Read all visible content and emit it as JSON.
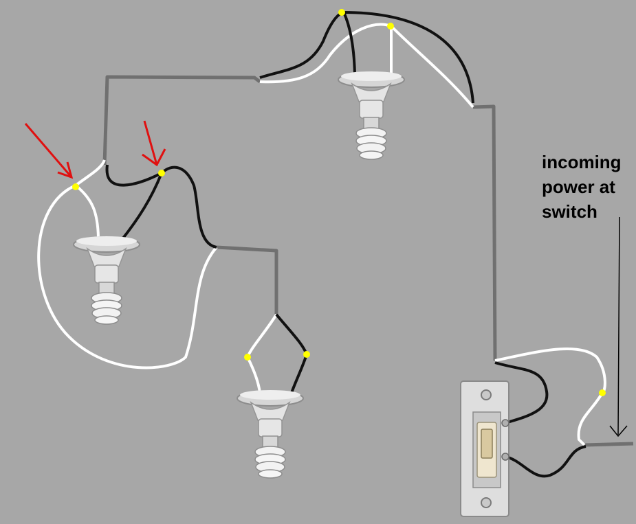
{
  "annotation": {
    "lines": [
      "incoming",
      "power at",
      "switch"
    ]
  },
  "colors": {
    "background": "#a7a7a7",
    "feed_wire": "#707070",
    "hot_wire": "#111111",
    "neutral_wire": "#ffffff",
    "splice": "#ffff00",
    "arrow": "#e01010"
  },
  "icons": [
    "light-bulb-fixture-icon",
    "toggle-switch-icon",
    "red-arrow-icon",
    "wire-splice-icon"
  ]
}
